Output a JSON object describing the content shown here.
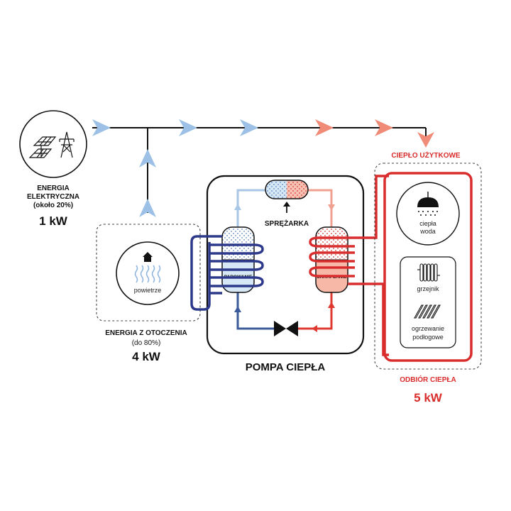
{
  "source": {
    "label_line1": "ENERGIA",
    "label_line2": "ELEKTRYCZNA",
    "label_line3": "(około 20%)",
    "value": "1 kW",
    "icons": [
      "solar-panels-icon",
      "power-pylon-icon"
    ]
  },
  "environment": {
    "icon_label": "powietrze",
    "label_line1": "ENERGIA Z OTOCZENIA",
    "label_line2": "(do 80%)",
    "value": "4 kW",
    "icons": [
      "house-icon",
      "air-waves-icon"
    ]
  },
  "heat_pump": {
    "title": "POMPA CIEPŁA",
    "compressor_label": "SPRĘŻARKA",
    "evaporator_label": "PAROWANIE",
    "condenser_label": "SKRAPLANIE"
  },
  "output": {
    "top_label": "CIEPŁO UŻYTKOWE",
    "bottom_label": "ODBIÓR CIEPŁA",
    "value": "5 kW",
    "hot_water_line1": "ciepła",
    "hot_water_line2": "woda",
    "radiator_label": "grzejnik",
    "floor_line1": "ogrzewanie",
    "floor_line2": "podłogowe",
    "icons": [
      "shower-icon",
      "radiator-icon",
      "floor-heating-icon"
    ]
  },
  "colors": {
    "cold": "#a8c8e8",
    "cold_dark": "#2d3a8c",
    "hot": "#f08b78",
    "hot_dark": "#d92d2d",
    "dark": "#111111",
    "pipe_blue": "#3b5b9c",
    "pipe_red": "#e0392f"
  }
}
